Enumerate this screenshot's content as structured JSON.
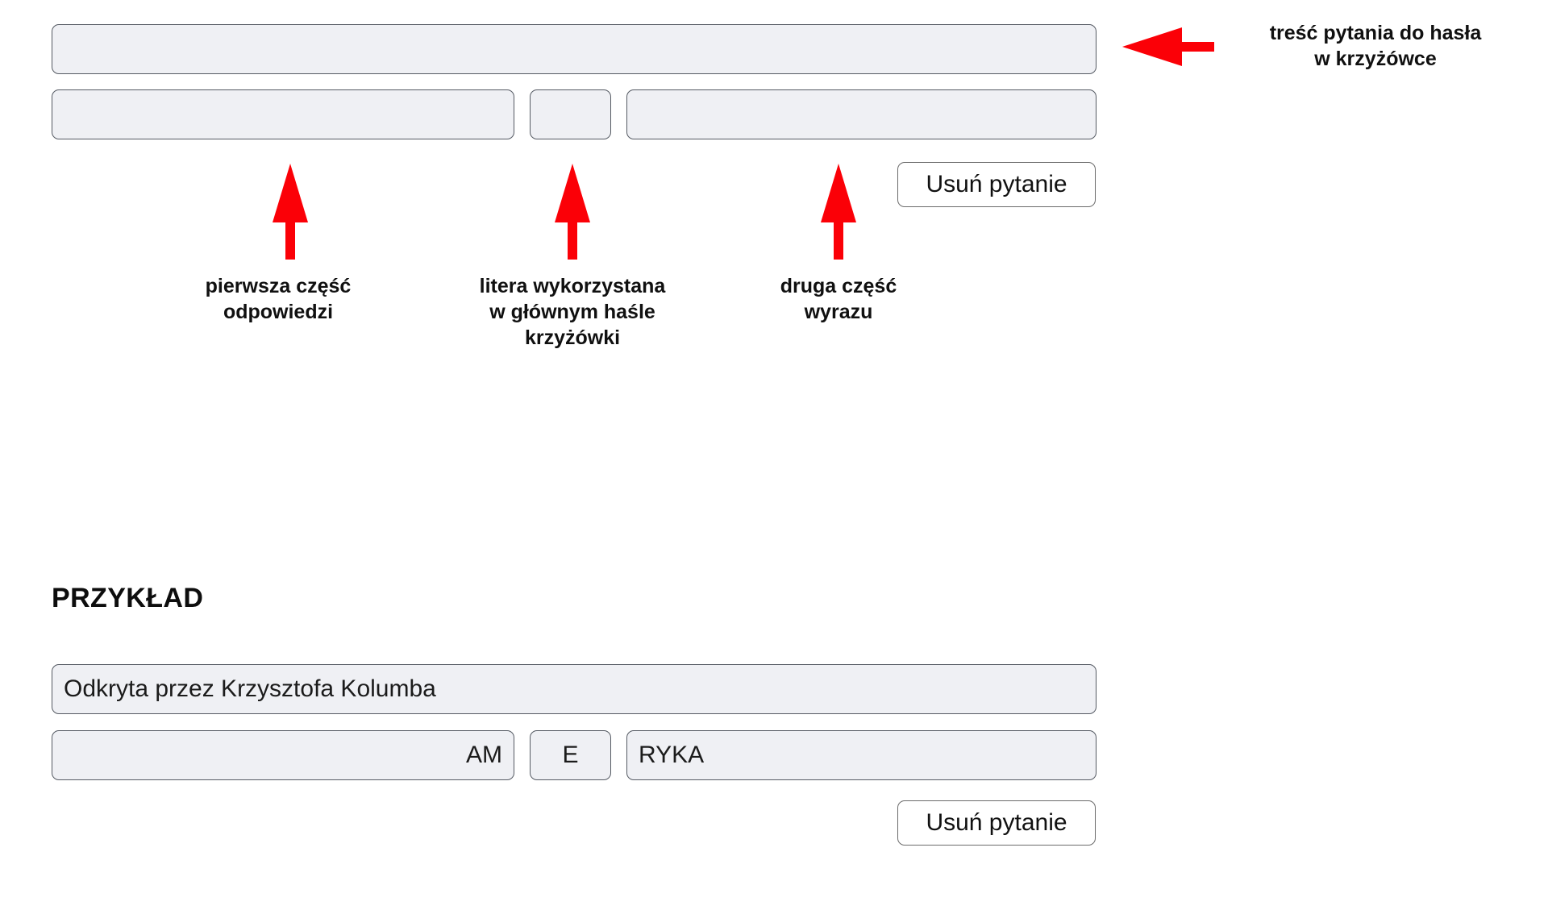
{
  "colors": {
    "arrow": "#fb0007",
    "field_fill": "#eff0f4",
    "field_border": "#555a63",
    "page_background": "#ffffff",
    "text": "#101010"
  },
  "blank_form": {
    "question_text_field": {
      "value": "",
      "placeholder": ""
    },
    "answer_part1_field": {
      "value": "",
      "placeholder": ""
    },
    "answer_letter_field": {
      "value": "",
      "placeholder": ""
    },
    "answer_part2_field": {
      "value": "",
      "placeholder": ""
    },
    "delete_button_label": "Usuń pytanie"
  },
  "annotations": {
    "question_text": "treść pytania do hasła\nw krzyżówce",
    "answer_part1": "pierwsza część\nodpowiedzi",
    "answer_letter": "litera wykorzystana\nw głównym haśle\nkrzyżówki",
    "answer_part2": "druga część\nwyrazu"
  },
  "example_section": {
    "heading": "PRZYKŁAD",
    "question_text_field": {
      "value": "Odkryta przez Krzysztofa Kolumba",
      "placeholder": ""
    },
    "answer_part1_field": {
      "value": "AM",
      "placeholder": ""
    },
    "answer_letter_field": {
      "value": "E",
      "placeholder": ""
    },
    "answer_part2_field": {
      "value": "RYKA",
      "placeholder": ""
    },
    "delete_button_label": "Usuń pytanie"
  },
  "icons": {
    "arrow_left": "arrow-left-icon",
    "arrow_up": "arrow-up-icon"
  }
}
